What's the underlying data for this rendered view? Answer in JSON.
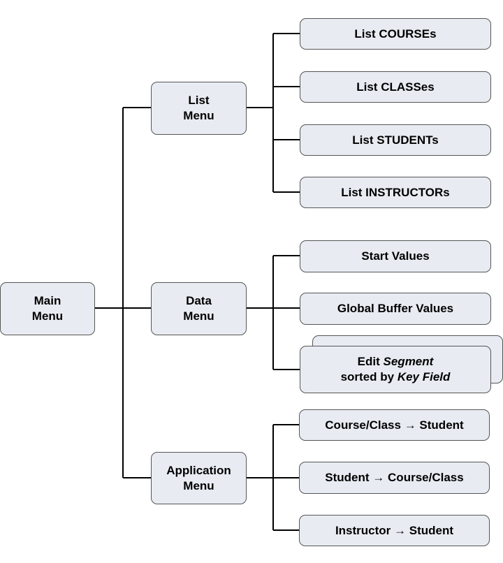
{
  "root": {
    "line1": "Main",
    "line2": "Menu"
  },
  "menus": [
    {
      "line1": "List",
      "line2": "Menu"
    },
    {
      "line1": "Data",
      "line2": "Menu"
    },
    {
      "line1": "Application",
      "line2": "Menu"
    }
  ],
  "list_items": [
    "List COURSEs",
    "List CLASSes",
    "List STUDENTs",
    "List INSTRUCTORs"
  ],
  "data_items": {
    "start": "Start Values",
    "global": "Global Buffer Values",
    "edit": {
      "prefix": "Edit ",
      "segment": "Segment",
      "sorted_prefix": "sorted by ",
      "key_field": "Key Field"
    }
  },
  "app_items": [
    {
      "from": "Course/Class",
      "arrow": "→",
      "to": "Student"
    },
    {
      "from": "Student",
      "arrow": "→",
      "to": "Course/Class"
    },
    {
      "from": "Instructor",
      "arrow": "→",
      "to": "Student"
    }
  ],
  "colors": {
    "box_fill": "#e8ecf2",
    "border": "#555555",
    "connector": "#000000"
  }
}
